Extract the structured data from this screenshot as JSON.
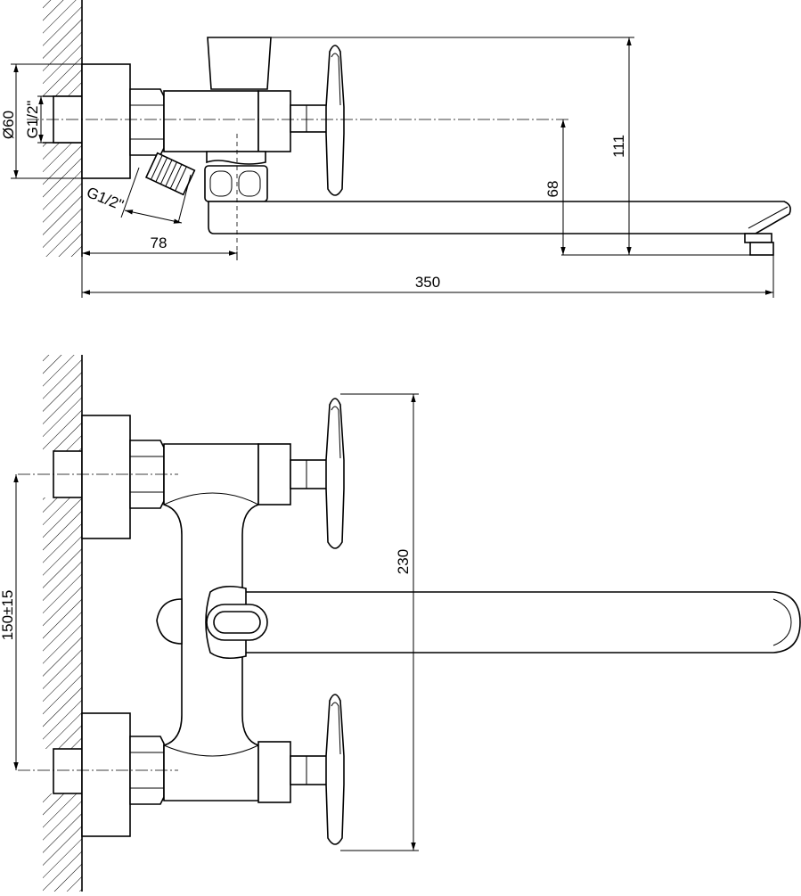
{
  "side_view": {
    "dimensions": {
      "diameter": "Ø60",
      "thread_top": "G1/2\"",
      "thread_bottom": "G1/2\"",
      "offset": "78",
      "spout_height": "68",
      "total_height": "111",
      "spout_length": "350"
    }
  },
  "front_view": {
    "dimensions": {
      "center_distance": "150±15",
      "handle_span": "230"
    }
  }
}
